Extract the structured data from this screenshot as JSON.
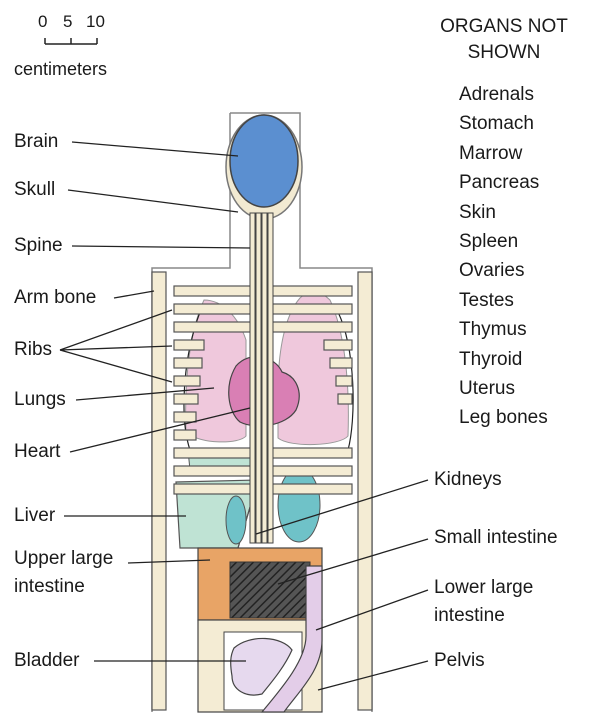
{
  "scale": {
    "ticks": [
      "0",
      "5",
      "10"
    ],
    "unit": "centimeters"
  },
  "organs_not_shown": {
    "heading_line1": "ORGANS NOT",
    "heading_line2": "SHOWN",
    "items": [
      "Adrenals",
      "Stomach",
      "Marrow",
      "Pancreas",
      "Skin",
      "Spleen",
      "Ovaries",
      "Testes",
      "Thymus",
      "Thyroid",
      "Uterus",
      "Leg bones"
    ]
  },
  "labels": {
    "brain": "Brain",
    "skull": "Skull",
    "spine": "Spine",
    "arm_bone": "Arm bone",
    "ribs": "Ribs",
    "lungs": "Lungs",
    "heart": "Heart",
    "liver": "Liver",
    "upper_large_intestine_1": "Upper large",
    "upper_large_intestine_2": "intestine",
    "bladder": "Bladder",
    "kidneys": "Kidneys",
    "small_intestine": "Small intestine",
    "lower_large_intestine_1": "Lower large",
    "lower_large_intestine_2": "intestine",
    "pelvis": "Pelvis"
  },
  "colors": {
    "brain": "#5b8fd0",
    "skull": "#f2ead2",
    "lungs": "#efc8dc",
    "heart": "#d97fb4",
    "liver": "#bfe3d4",
    "kidneys": "#6fc2c8",
    "upper_large_intestine": "#e8a466",
    "bladder": "#e6d9ee",
    "bone": "#f4ecd4"
  }
}
